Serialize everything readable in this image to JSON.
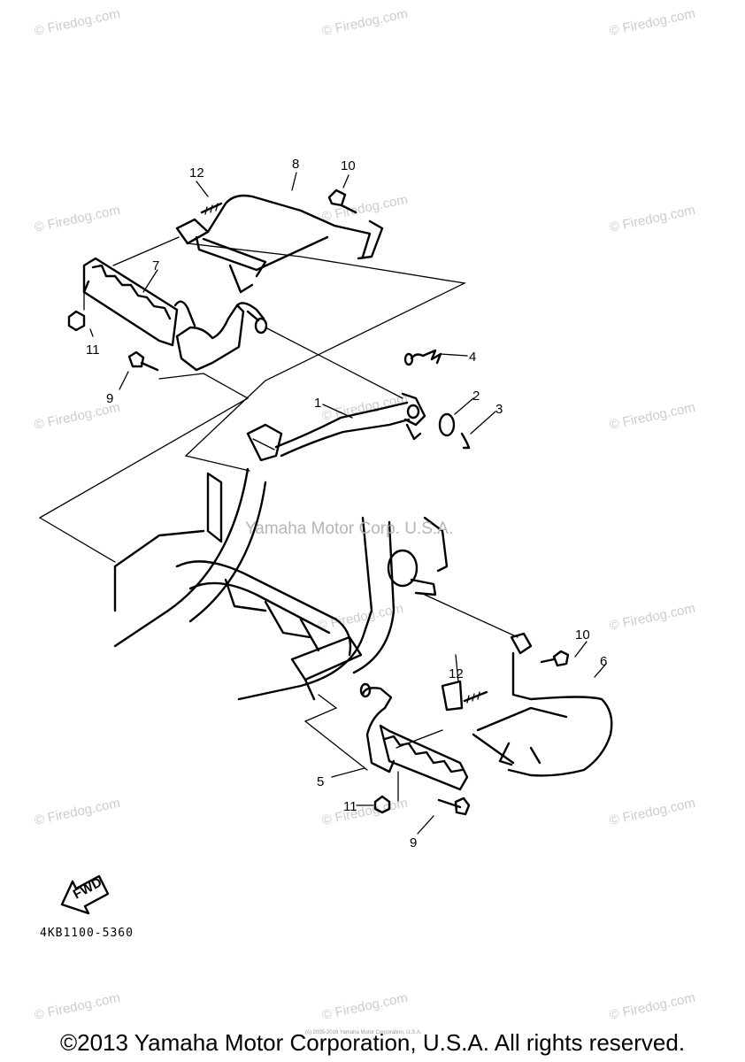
{
  "watermark": "© Firedog.com",
  "center_watermark": "Yamaha Motor Corp. U.S.A.",
  "fine_print": "(c) 2005-2016 Yamaha Motor Corporation, U.S.A.",
  "diagram_code": "4KB1100-5360",
  "fwd_label": "FWD",
  "copyright": "©2013 Yamaha Motor Corporation, U.S.A. All rights reserved.",
  "callouts": [
    "1",
    "2",
    "3",
    "4",
    "5",
    "6",
    "7",
    "8",
    "9",
    "9",
    "10",
    "10",
    "11",
    "11",
    "12",
    "12"
  ]
}
